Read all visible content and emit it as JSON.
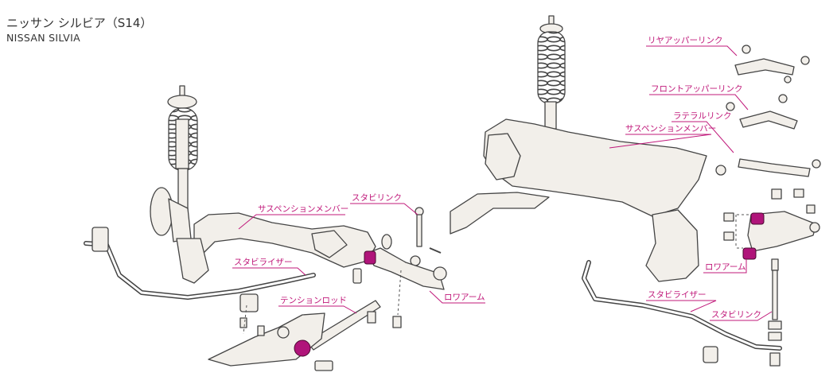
{
  "header": {
    "title_jp": "ニッサン シルビア（S14）",
    "title_en": "NISSAN SILVIA"
  },
  "colors": {
    "label": "#c0187a",
    "bushing": "#b0147a",
    "part_fill": "#f2efea",
    "outline": "#444444"
  },
  "front": {
    "suspension_member": "サスペンションメンバー",
    "stabilizer_link": "スタビリンク",
    "stabilizer": "スタビライザー",
    "tension_rod": "テンションロッド",
    "lower_arm": "ロワアーム"
  },
  "rear": {
    "rear_upper_link": "リヤアッパーリンク",
    "front_upper_link": "フロントアッパーリンク",
    "lateral_link": "ラテラルリンク",
    "suspension_member": "サスペンションメンバー",
    "lower_arm": "ロワアーム",
    "stabilizer": "スタビライザー",
    "stabilizer_link": "スタビリンク"
  }
}
